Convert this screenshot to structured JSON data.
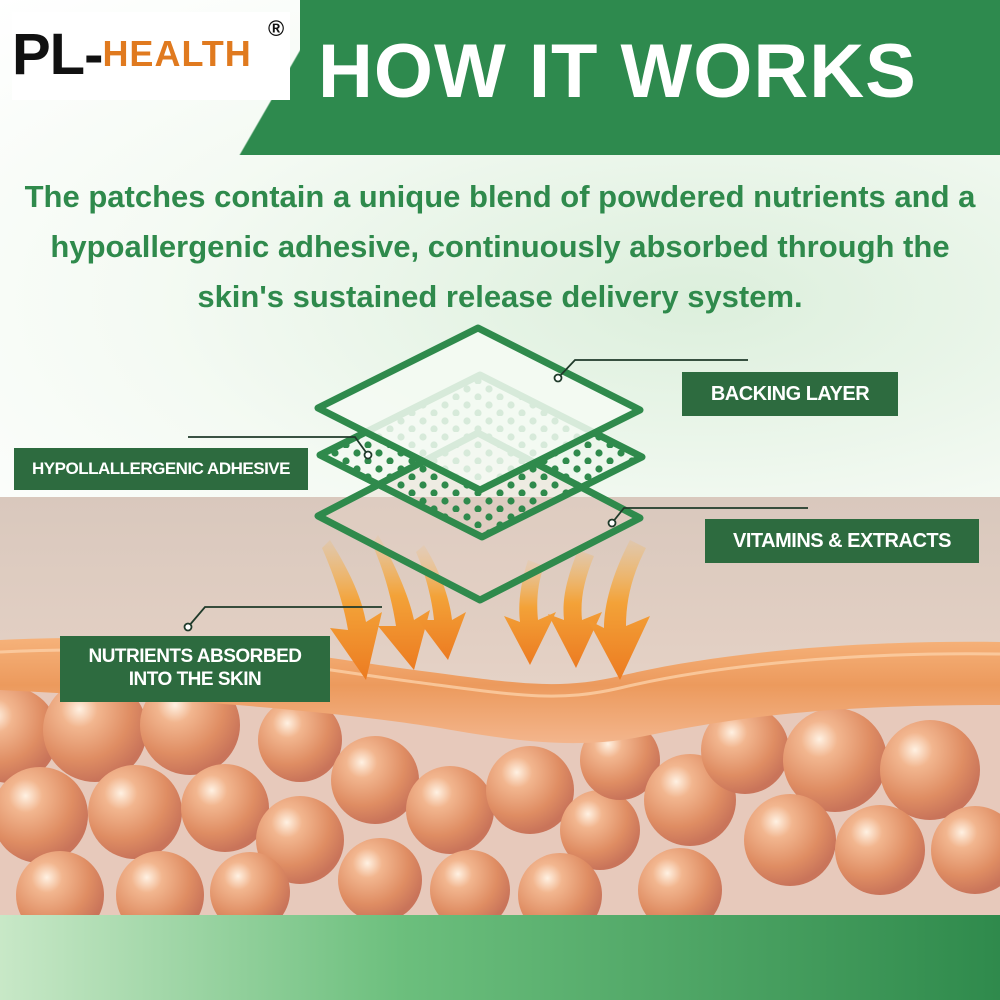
{
  "brand": {
    "mark": "PL-",
    "name": "HEALTH",
    "registered": "®"
  },
  "header": {
    "title": "HOW IT WORKS"
  },
  "intro": {
    "text": "The patches contain a unique blend of powdered nutrients and a hypoallergenic adhesive, continuously absorbed through the skin's sustained release delivery system."
  },
  "labels": {
    "backing_layer": "BACKING LAYER",
    "adhesive": "HYPOLLALLERGENIC ADHESIVE",
    "vitamins": "VITAMINS & EXTRACTS",
    "nutrients_line1": "NUTRIENTS ABSORBED",
    "nutrients_line2": "INTO THE SKIN"
  },
  "colors": {
    "primary_green": "#2e8a4e",
    "label_green": "#2d6b3f",
    "text_green": "#2f8a4c",
    "accent_orange": "#e07a1f",
    "skin_orange": "#f0a062",
    "cell_orange": "#e8a27a"
  },
  "icons": [
    "patch-layer-icon",
    "absorption-arrow-icon",
    "skin-cell-icon"
  ]
}
